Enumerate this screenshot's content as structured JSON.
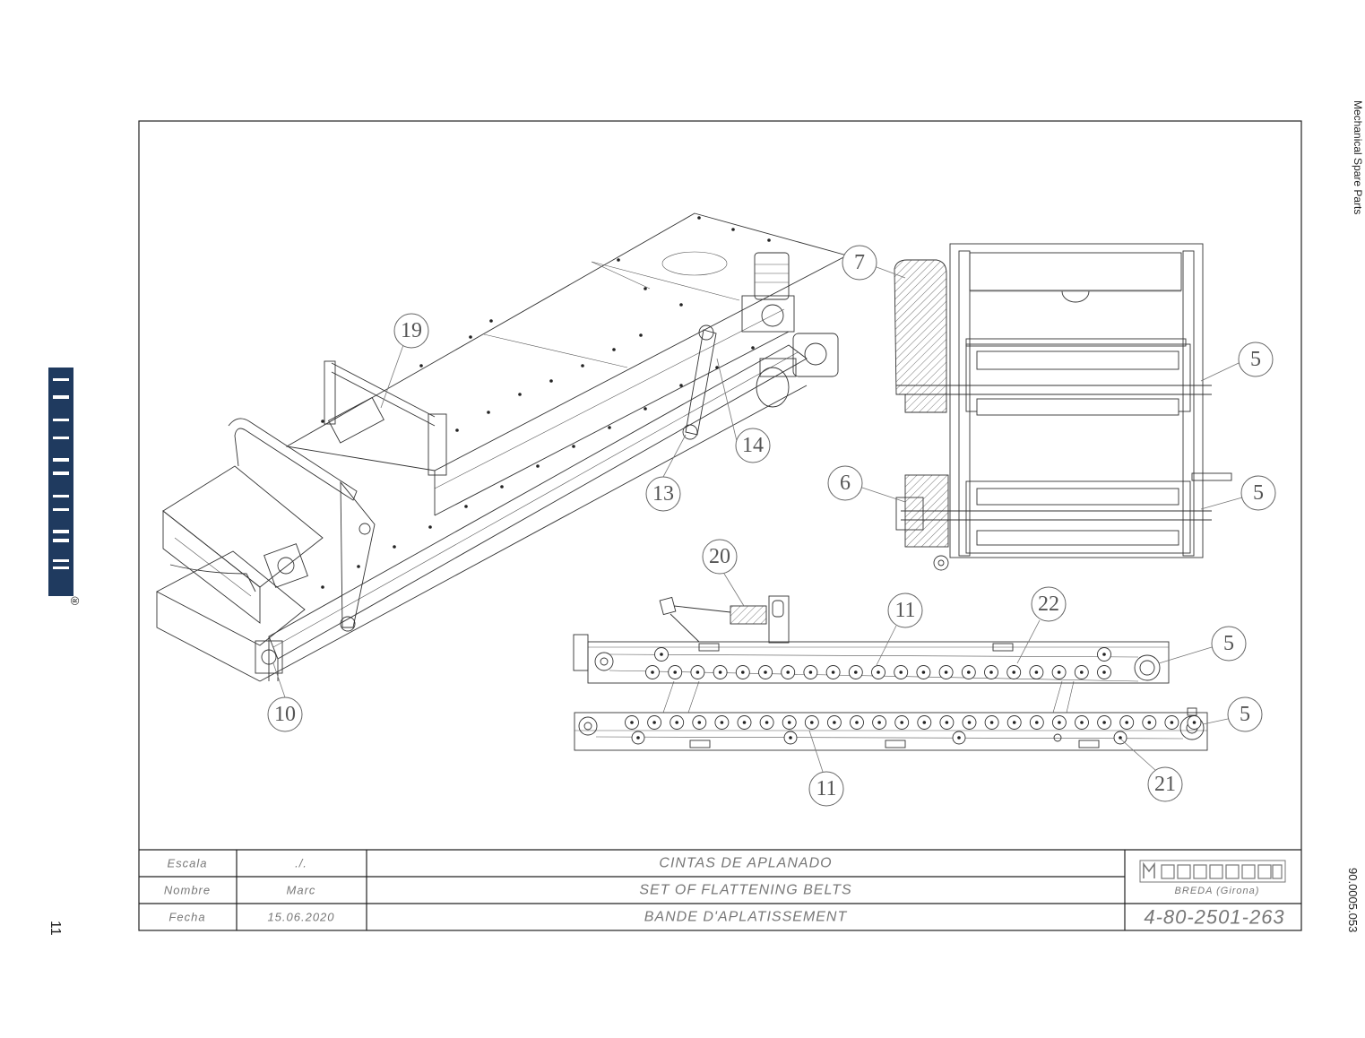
{
  "page": {
    "number": "11"
  },
  "side_labels": {
    "top_right": "Mechanical Spare Parts",
    "bottom_right": "90.0005.053"
  },
  "brand": {
    "name": "MECATHERM",
    "registered": "®",
    "color": "#1f3a5f"
  },
  "callouts": [
    "19",
    "14",
    "13",
    "10",
    "7",
    "5",
    "5",
    "6",
    "20",
    "11",
    "22",
    "5",
    "5",
    "11",
    "21"
  ],
  "title_block": {
    "labels": {
      "scale": "Escala",
      "name": "Nombre",
      "date": "Fecha"
    },
    "values": {
      "scale": "./.",
      "name": "Marc",
      "date": "15.06.2020"
    },
    "titles": [
      "CINTAS DE APLANADO",
      "SET OF FLATTENING BELTS",
      "BANDE D'APLATISSEMENT"
    ],
    "company_location": "BREDA (Girona)",
    "drawing_number": "4-80-2501-263"
  }
}
